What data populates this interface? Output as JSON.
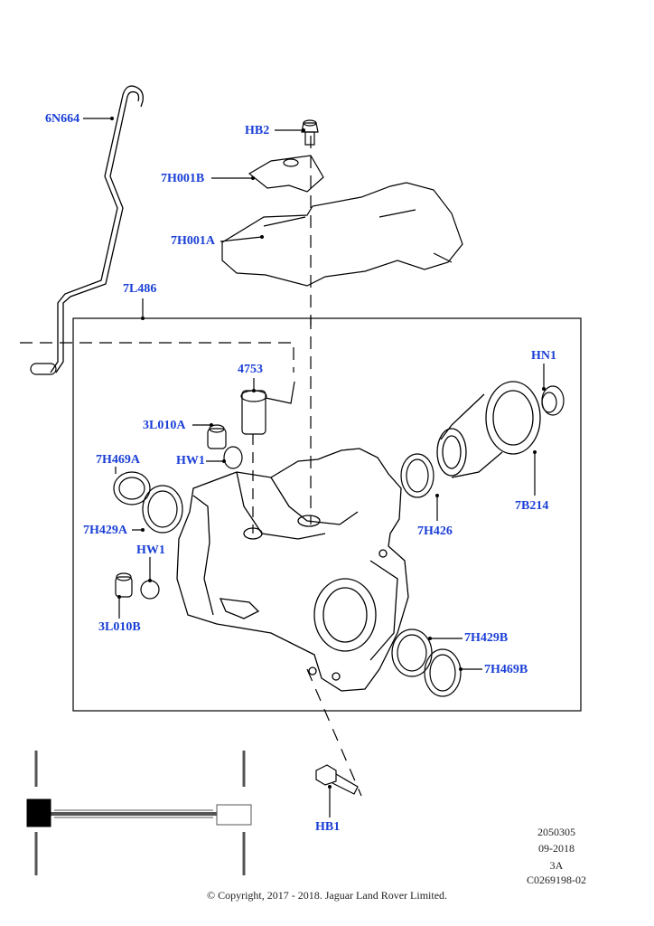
{
  "diagram": {
    "part_labels": {
      "p6N664": "6N664",
      "pHB2": "HB2",
      "p7H001B": "7H001B",
      "p7H001A": "7H001A",
      "p7L486": "7L486",
      "p4753": "4753",
      "pHN1": "HN1",
      "p3L010A": "3L010A",
      "pHW1a": "HW1",
      "p7H469A": "7H469A",
      "p7H429A": "7H429A",
      "pHW1b": "HW1",
      "p3L010B": "3L010B",
      "p7H426": "7H426",
      "p7B214": "7B214",
      "p7H429B": "7H429B",
      "p7H469B": "7H469B",
      "pHB1": "HB1"
    },
    "drawing_info": {
      "line1": "2050305",
      "line2": "09-2018",
      "line3": "3A",
      "line4": "C0269198-02"
    },
    "copyright": "© Copyright, 2017 - 2018. Jaguar Land Rover Limited.",
    "colors": {
      "label": "#1a3fd6",
      "line": "#000000"
    }
  }
}
